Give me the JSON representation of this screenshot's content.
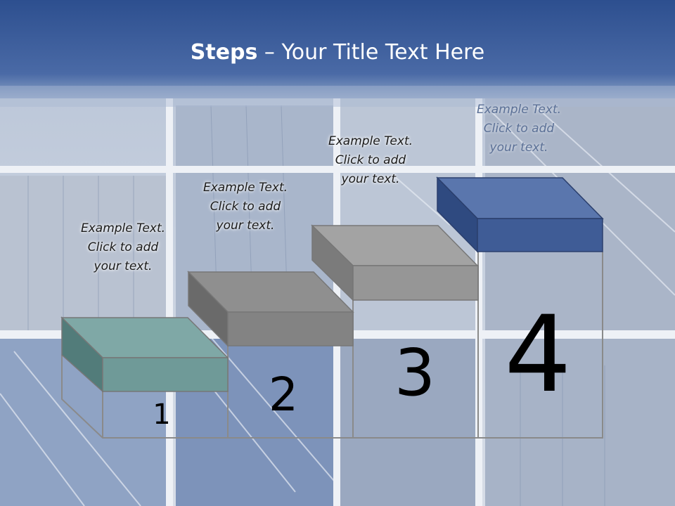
{
  "title": {
    "bold": "Steps",
    "rest": " – Your Title Text Here"
  },
  "steps": [
    {
      "number": "1",
      "text": [
        "Example Text.",
        "Click  to add",
        "your text."
      ],
      "color": "#6f9a98"
    },
    {
      "number": "2",
      "text": [
        "Example Text.",
        "Click  to add",
        "your text."
      ],
      "color": "#8a8a8a"
    },
    {
      "number": "3",
      "text": [
        "Example Text.",
        "Click  to add",
        "your text."
      ],
      "color": "#9a9a9a"
    },
    {
      "number": "4",
      "text": [
        "Example Text.",
        "Click  to add",
        "your text."
      ],
      "color": "#3f5c96"
    }
  ],
  "colors": {
    "header": "#3f62a0",
    "background": "#c9d1dc"
  }
}
